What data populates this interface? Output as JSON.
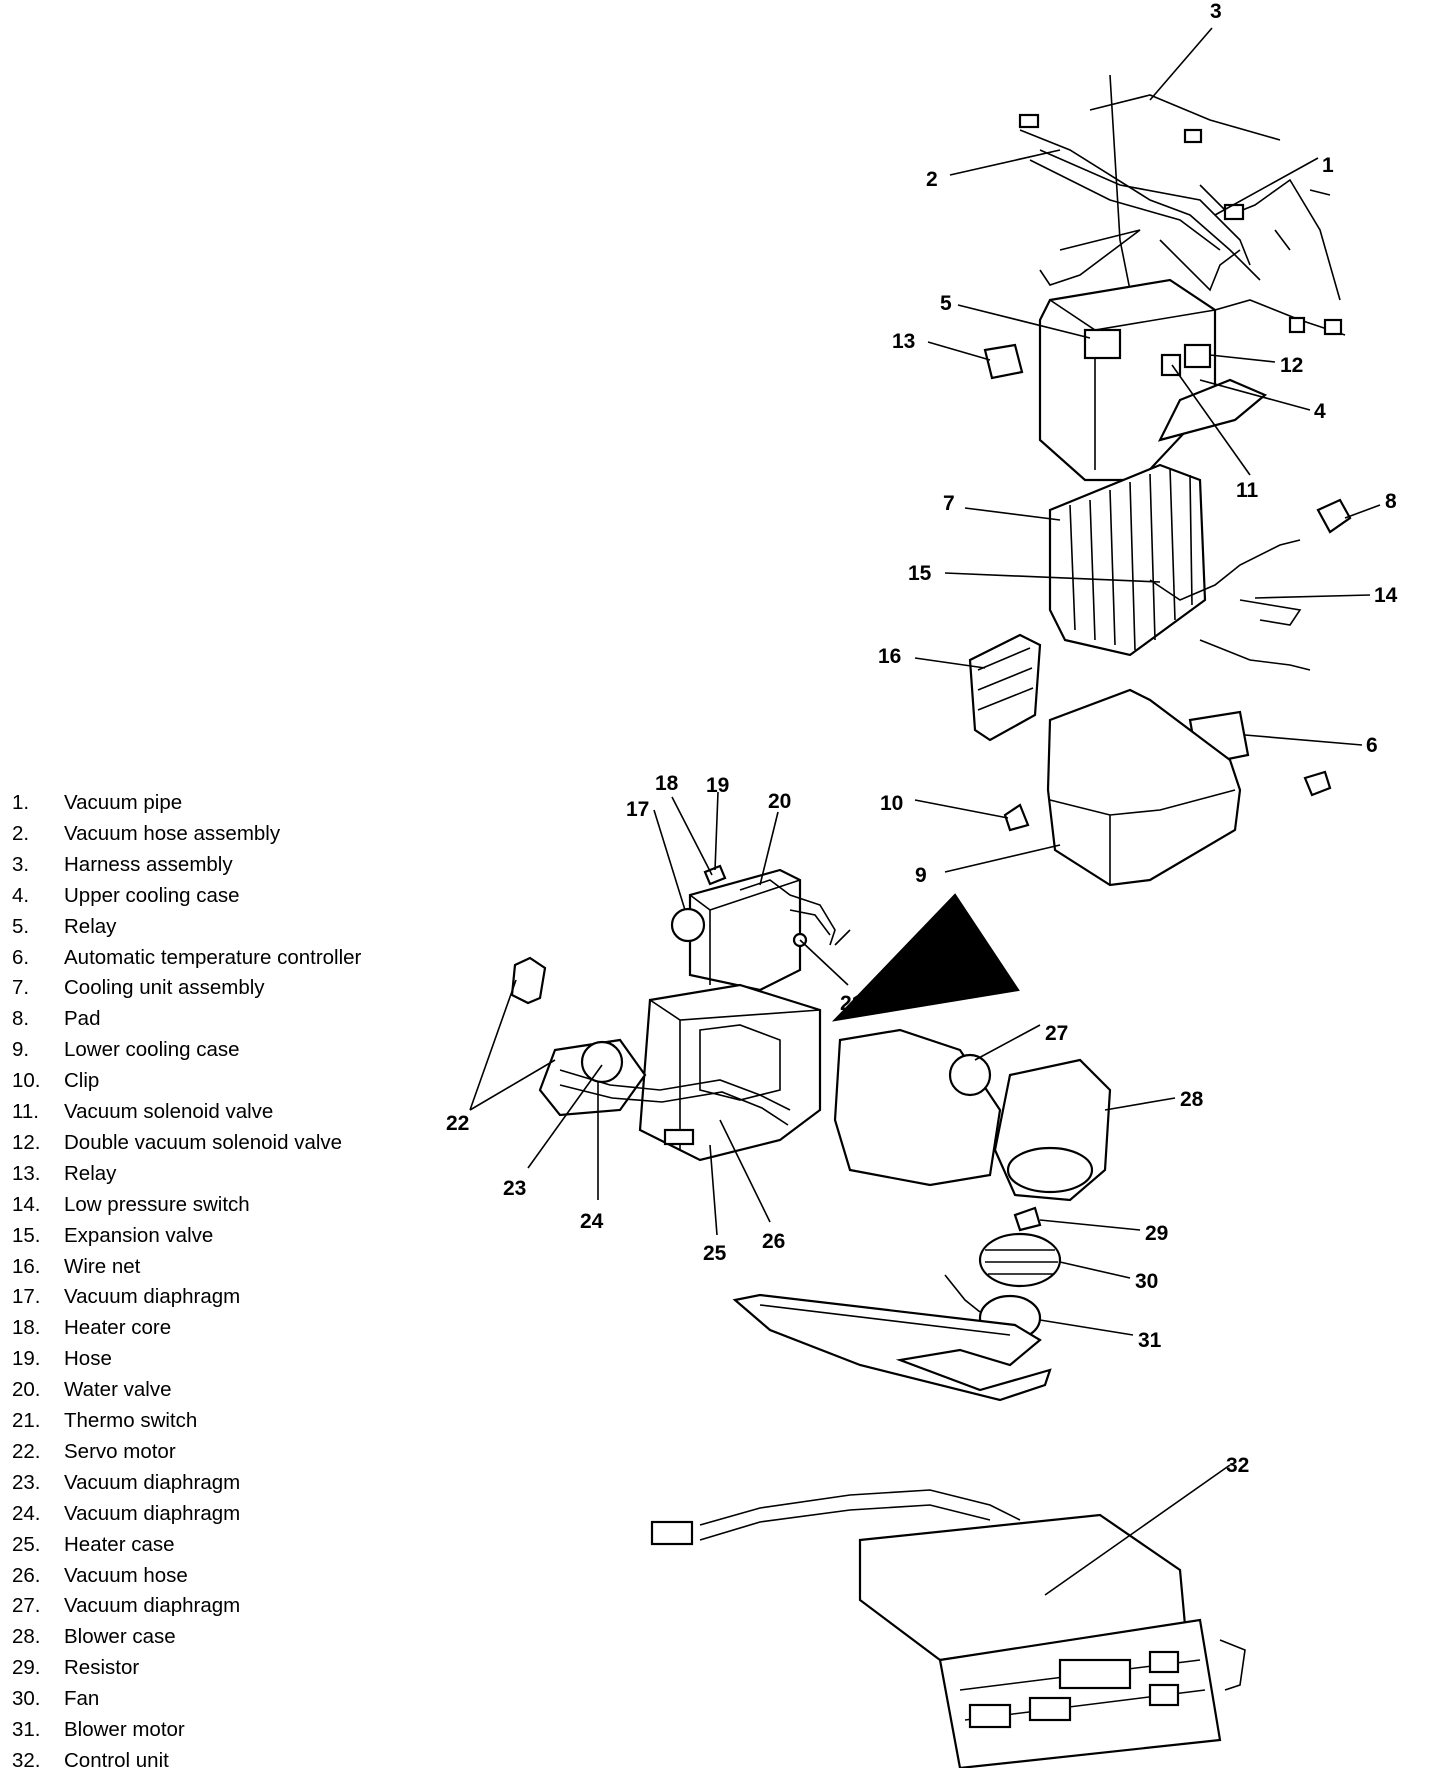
{
  "legend": [
    {
      "num": "1.",
      "label": "Vacuum pipe"
    },
    {
      "num": "2.",
      "label": "Vacuum hose assembly"
    },
    {
      "num": "3.",
      "label": "Harness assembly"
    },
    {
      "num": "4.",
      "label": "Upper cooling case"
    },
    {
      "num": "5.",
      "label": "Relay"
    },
    {
      "num": "6.",
      "label": "Automatic temperature controller"
    },
    {
      "num": "7.",
      "label": "Cooling unit assembly"
    },
    {
      "num": "8.",
      "label": "Pad"
    },
    {
      "num": "9.",
      "label": "Lower cooling case"
    },
    {
      "num": "10.",
      "label": "Clip"
    },
    {
      "num": "11.",
      "label": "Vacuum solenoid valve"
    },
    {
      "num": "12.",
      "label": "Double vacuum solenoid valve"
    },
    {
      "num": "13.",
      "label": "Relay"
    },
    {
      "num": "14.",
      "label": "Low pressure switch"
    },
    {
      "num": "15.",
      "label": "Expansion valve"
    },
    {
      "num": "16.",
      "label": "Wire net"
    },
    {
      "num": "17.",
      "label": "Vacuum diaphragm"
    },
    {
      "num": "18.",
      "label": "Heater core"
    },
    {
      "num": "19.",
      "label": "Hose"
    },
    {
      "num": "20.",
      "label": "Water valve"
    },
    {
      "num": "21.",
      "label": "Thermo switch"
    },
    {
      "num": "22.",
      "label": "Servo motor"
    },
    {
      "num": "23.",
      "label": "Vacuum diaphragm"
    },
    {
      "num": "24.",
      "label": "Vacuum diaphragm"
    },
    {
      "num": "25.",
      "label": "Heater case"
    },
    {
      "num": "26.",
      "label": "Vacuum hose"
    },
    {
      "num": "27.",
      "label": "Vacuum diaphragm"
    },
    {
      "num": "28.",
      "label": "Blower case"
    },
    {
      "num": "29.",
      "label": "Resistor"
    },
    {
      "num": "30.",
      "label": "Fan"
    },
    {
      "num": "31.",
      "label": "Blower motor"
    },
    {
      "num": "32.",
      "label": "Control unit"
    }
  ],
  "callouts": {
    "c1": "1",
    "c2": "2",
    "c3": "3",
    "c4": "4",
    "c5": "5",
    "c6": "6",
    "c7": "7",
    "c8": "8",
    "c9": "9",
    "c10": "10",
    "c11": "11",
    "c12": "12",
    "c13": "13",
    "c14": "14",
    "c15": "15",
    "c16": "16",
    "c17": "17",
    "c18": "18",
    "c19": "19",
    "c20": "20",
    "c21": "21",
    "c22": "22",
    "c23": "23",
    "c24": "24",
    "c25": "25",
    "c26": "26",
    "c27": "27",
    "c28": "28",
    "c29": "29",
    "c30": "30",
    "c31": "31",
    "c32": "32"
  }
}
